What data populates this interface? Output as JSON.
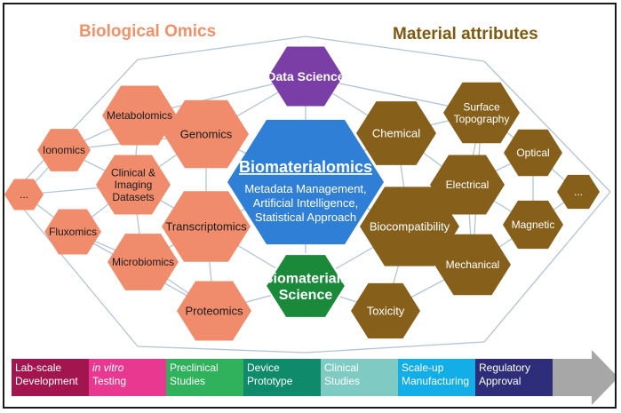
{
  "headings": {
    "left": "Biological Omics",
    "right": "Material attributes",
    "left_color": "#f0916a",
    "right_color": "#7d5a10"
  },
  "colors": {
    "omics": "#f08c6c",
    "material": "#86601a",
    "center": "#2f7fd6",
    "data_science": "#7b3ea6",
    "biomaterials_science": "#1a8a3a",
    "network_line": "#b3c4d4"
  },
  "center": {
    "title": "Biomaterialomics",
    "subtitle_lines": [
      "Metadata Management,",
      "Artificial Intelligence,",
      "Statistical Approach"
    ]
  },
  "hexagons": {
    "omics": [
      {
        "id": "ionomics",
        "lines": [
          "Ionomics"
        ]
      },
      {
        "id": "ellipsis-left",
        "lines": [
          "..."
        ]
      },
      {
        "id": "fluxomics",
        "lines": [
          "Fluxomics"
        ]
      },
      {
        "id": "metabolomics",
        "lines": [
          "Metabolomics"
        ]
      },
      {
        "id": "clinical-imaging",
        "lines": [
          "Clinical &",
          "Imaging",
          "Datasets"
        ]
      },
      {
        "id": "microbiomics",
        "lines": [
          "Microbiomics"
        ]
      },
      {
        "id": "genomics",
        "lines": [
          "Genomics"
        ]
      },
      {
        "id": "transcriptomics",
        "lines": [
          "Transcriptomics"
        ]
      },
      {
        "id": "proteomics",
        "lines": [
          "Proteomics"
        ]
      }
    ],
    "top": {
      "id": "data-science",
      "lines": [
        "Data Science"
      ]
    },
    "bottom": {
      "id": "biomaterials-science",
      "lines": [
        "Biomaterials",
        "Science"
      ]
    },
    "material": [
      {
        "id": "chemical",
        "lines": [
          "Chemical"
        ]
      },
      {
        "id": "biocompatibility",
        "lines": [
          "Biocompatibility"
        ]
      },
      {
        "id": "toxicity",
        "lines": [
          "Toxicity"
        ]
      },
      {
        "id": "surface-topography",
        "lines": [
          "Surface",
          "Topography"
        ]
      },
      {
        "id": "electrical",
        "lines": [
          "Electrical"
        ]
      },
      {
        "id": "mechanical",
        "lines": [
          "Mechanical"
        ]
      },
      {
        "id": "optical",
        "lines": [
          "Optical"
        ]
      },
      {
        "id": "magnetic",
        "lines": [
          "Magnetic"
        ]
      },
      {
        "id": "ellipsis-right",
        "lines": [
          "..."
        ]
      }
    ]
  },
  "pipeline": {
    "stages": [
      {
        "lines": [
          "Lab-scale",
          "Development"
        ],
        "color": "#a3154e",
        "italic_first": false
      },
      {
        "lines": [
          "in vitro",
          "Testing"
        ],
        "color": "#e8388f",
        "italic_first": true
      },
      {
        "lines": [
          "Preclinical",
          "Studies"
        ],
        "color": "#2fb25b",
        "italic_first": false
      },
      {
        "lines": [
          "Device",
          "Prototype"
        ],
        "color": "#0f8a6b",
        "italic_first": false
      },
      {
        "lines": [
          "Clinical",
          "Studies"
        ],
        "color": "#7fcbc4",
        "italic_first": false
      },
      {
        "lines": [
          "Scale-up",
          "Manufacturing"
        ],
        "color": "#13aee8",
        "italic_first": false
      },
      {
        "lines": [
          "Regulatory",
          "Approval"
        ],
        "color": "#2d2d7a",
        "italic_first": false
      }
    ],
    "arrow_color": "#a7a7a7"
  }
}
